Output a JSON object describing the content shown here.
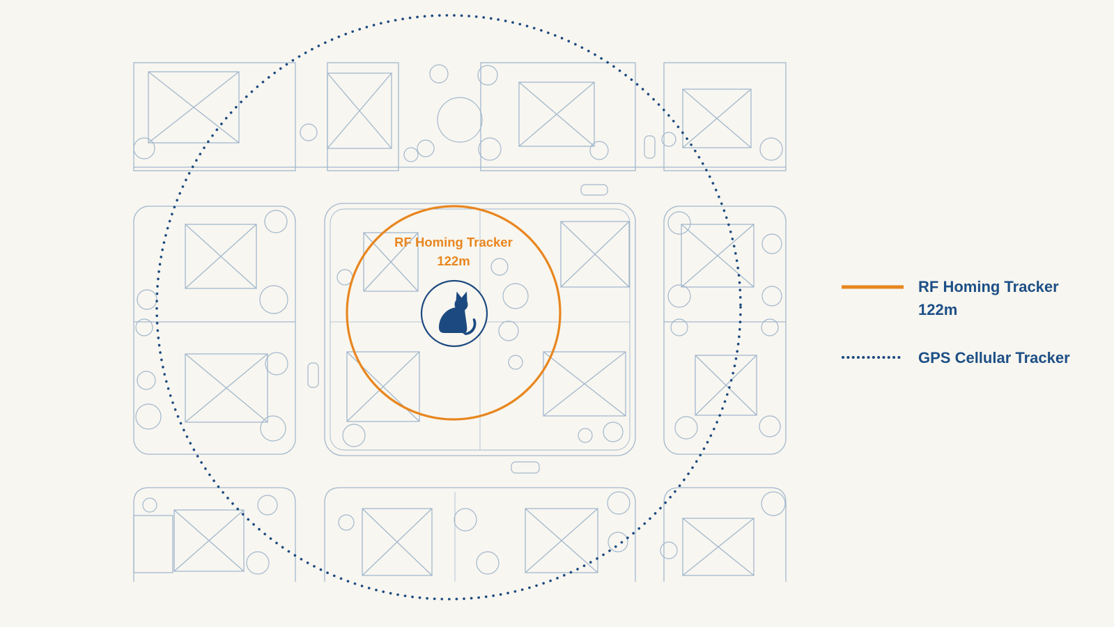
{
  "rf_tracker": {
    "name": "RF Homing Tracker",
    "range": "122m",
    "color": "#e8861f"
  },
  "gps_tracker": {
    "name": "GPS Cellular Tracker",
    "color": "#1c4a80"
  },
  "colors": {
    "background": "#f8f6f0",
    "map_lines": "#9db4cc",
    "text_blue": "#1d4f86"
  },
  "icons": {
    "center_marker": "cat-icon"
  }
}
